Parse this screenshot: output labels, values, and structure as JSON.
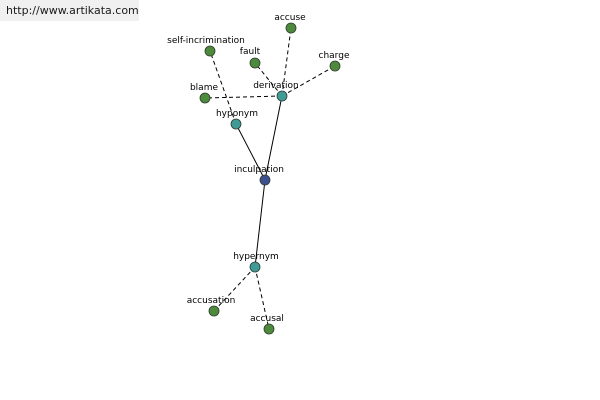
{
  "site": {
    "url": "http://www.artikata.com"
  },
  "colors": {
    "center": "#3d4f8f",
    "relation": "#3e9b95",
    "word": "#4e8a3c",
    "node_stroke": "#2f3b30",
    "edge": "#000000"
  },
  "graph": {
    "nodes": [
      {
        "id": "inculpation",
        "label": "inculpation",
        "kind": "center"
      },
      {
        "id": "hyponym",
        "label": "hyponym",
        "kind": "relation"
      },
      {
        "id": "derivation",
        "label": "derivation",
        "kind": "relation"
      },
      {
        "id": "hypernym",
        "label": "hypernym",
        "kind": "relation"
      },
      {
        "id": "self-incrimination",
        "label": "self-incrimination",
        "kind": "word"
      },
      {
        "id": "accuse",
        "label": "accuse",
        "kind": "word"
      },
      {
        "id": "fault",
        "label": "fault",
        "kind": "word"
      },
      {
        "id": "charge",
        "label": "charge",
        "kind": "word"
      },
      {
        "id": "blame",
        "label": "blame",
        "kind": "word"
      },
      {
        "id": "accusation",
        "label": "accusation",
        "kind": "word"
      },
      {
        "id": "accusal",
        "label": "accusal",
        "kind": "word"
      }
    ],
    "edges": [
      {
        "from": "inculpation",
        "to": "hyponym",
        "style": "solid"
      },
      {
        "from": "inculpation",
        "to": "derivation",
        "style": "solid"
      },
      {
        "from": "inculpation",
        "to": "hypernym",
        "style": "solid"
      },
      {
        "from": "hyponym",
        "to": "self-incrimination",
        "style": "dashed"
      },
      {
        "from": "derivation",
        "to": "accuse",
        "style": "dashed"
      },
      {
        "from": "derivation",
        "to": "fault",
        "style": "dashed"
      },
      {
        "from": "derivation",
        "to": "charge",
        "style": "dashed"
      },
      {
        "from": "derivation",
        "to": "blame",
        "style": "dashed"
      },
      {
        "from": "hypernym",
        "to": "accusation",
        "style": "dashed"
      },
      {
        "from": "hypernym",
        "to": "accusal",
        "style": "dashed"
      }
    ]
  }
}
